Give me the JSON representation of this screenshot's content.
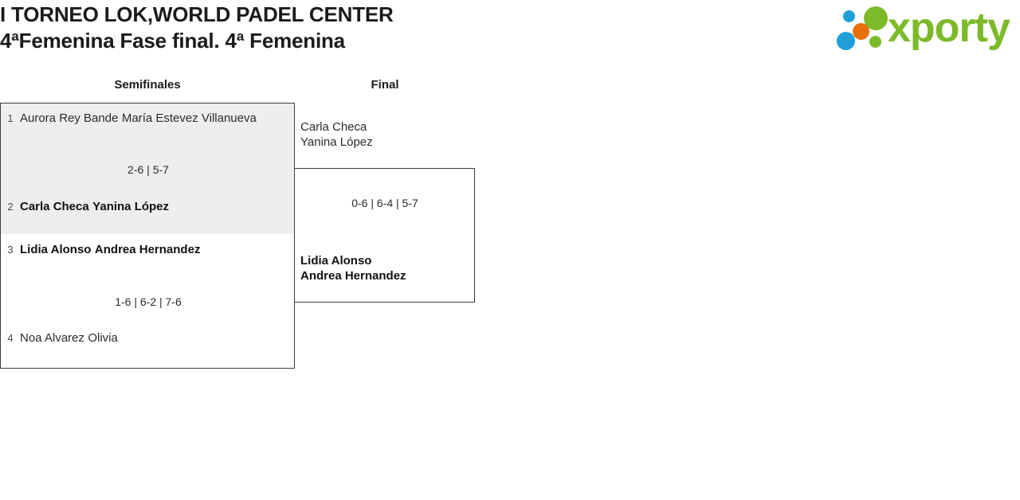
{
  "header": {
    "title_line1": "I TORNEO LOK,WORLD PADEL CENTER",
    "title_line2": "4ªFemenina Fase final. 4ª Femenina",
    "logo_text": "xporty",
    "logo_colors": {
      "green": "#7cba2a",
      "blue": "#1f9ed9",
      "orange": "#e8700a"
    }
  },
  "bracket": {
    "rounds": [
      {
        "label": "Semifinales"
      },
      {
        "label": "Final"
      }
    ],
    "semifinals": [
      {
        "highlighted": true,
        "top": {
          "seed": "1",
          "player1": "Aurora Rey Bande",
          "player2": "María Estevez Villanueva",
          "winner": false
        },
        "bottom": {
          "seed": "2",
          "player1": "Carla Checa",
          "player2": "Yanina López",
          "winner": true
        },
        "score": "2-6 | 5-7"
      },
      {
        "highlighted": false,
        "top": {
          "seed": "3",
          "player1": "Lidia Alonso",
          "player2": "Andrea Hernandez",
          "winner": true
        },
        "bottom": {
          "seed": "4",
          "player1": "Noa Alvarez",
          "player2": "Olivia",
          "winner": false
        },
        "score": "1-6 | 6-2 | 7-6"
      }
    ],
    "final": {
      "top": {
        "player1": "Carla Checa",
        "player2": "Yanina López",
        "winner": false
      },
      "bottom": {
        "player1": "Lidia Alonso",
        "player2": "Andrea Hernandez",
        "winner": true
      },
      "score": "0-6 | 6-4 | 5-7"
    }
  }
}
